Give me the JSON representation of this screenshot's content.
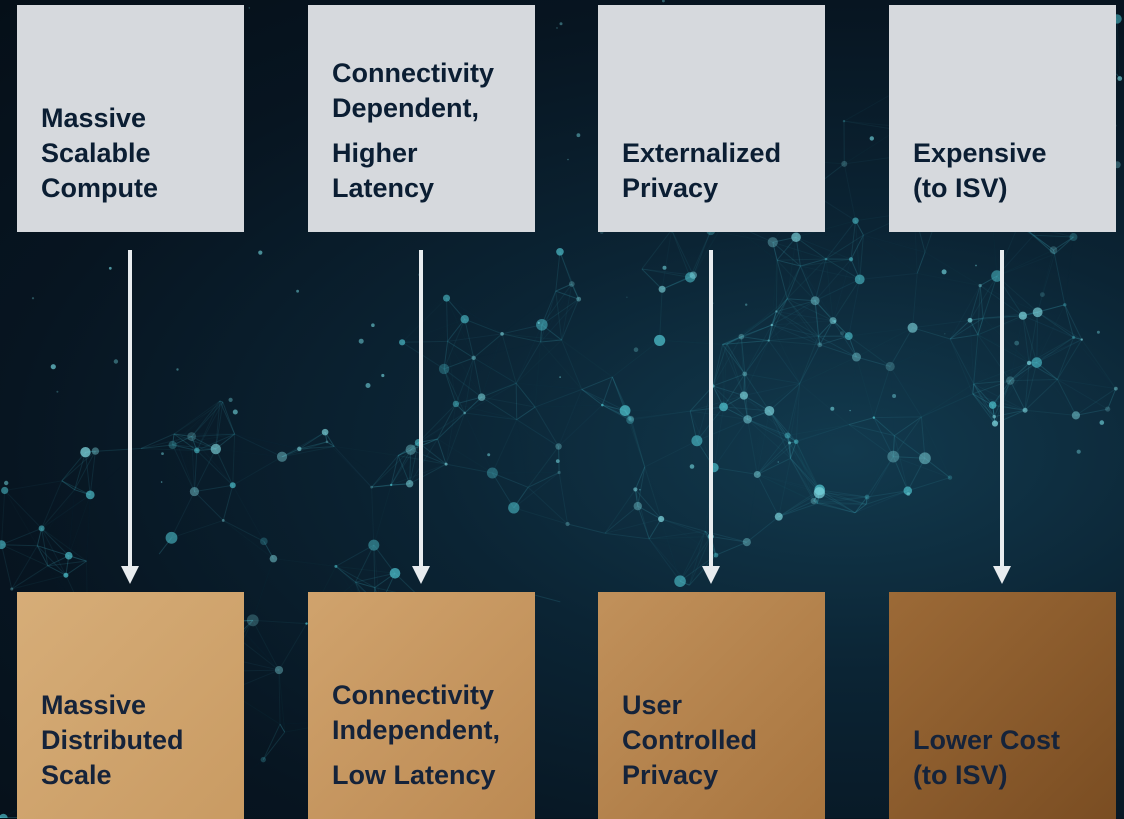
{
  "top_boxes": [
    {
      "lines": [
        "Massive",
        "Scalable",
        "Compute"
      ]
    },
    {
      "lines": [
        "Connectivity",
        "Dependent,",
        "Higher",
        "Latency"
      ]
    },
    {
      "lines": [
        "Externalized",
        "Privacy"
      ]
    },
    {
      "lines": [
        "Expensive",
        "(to ISV)"
      ]
    }
  ],
  "bottom_boxes": [
    {
      "lines": [
        "Massive",
        "Distributed",
        "Scale"
      ]
    },
    {
      "lines": [
        "Connectivity",
        "Independent,",
        "Low Latency"
      ]
    },
    {
      "lines": [
        "User",
        "Controlled",
        "Privacy"
      ]
    },
    {
      "lines": [
        "Lower Cost",
        "(to ISV)"
      ]
    }
  ],
  "colors": {
    "top_box": "#d6d9dd",
    "bottom_box_start": "#d6ad78",
    "bottom_box_end": "#7a4d22",
    "arrow": "#e8ecef",
    "background": "#071521"
  }
}
